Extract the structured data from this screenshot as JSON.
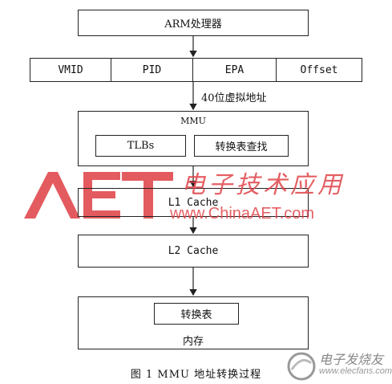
{
  "nodes": {
    "cpu": "ARM处理器",
    "address_fields": [
      "VMID",
      "PID",
      "EPA",
      "Offset"
    ],
    "va_label": "40位虚拟地址",
    "mmu_title": "MMU",
    "tlb": "TLBs",
    "table_walk": "转换表查找",
    "l1": "L1 Cache",
    "l2": "L2 Cache",
    "page_table": "转换表",
    "memory": "内存"
  },
  "caption": "图 1   MMU 地址转换过程",
  "watermark": {
    "logo": "AET",
    "site_cn": "电子技术应用",
    "site_url": "www.ChinaAET.com",
    "corner_cn": "电子发烧友",
    "corner_url": "www.elecfans.com"
  },
  "colors": {
    "line": "#222222",
    "watermark_red": "#e0454a"
  }
}
